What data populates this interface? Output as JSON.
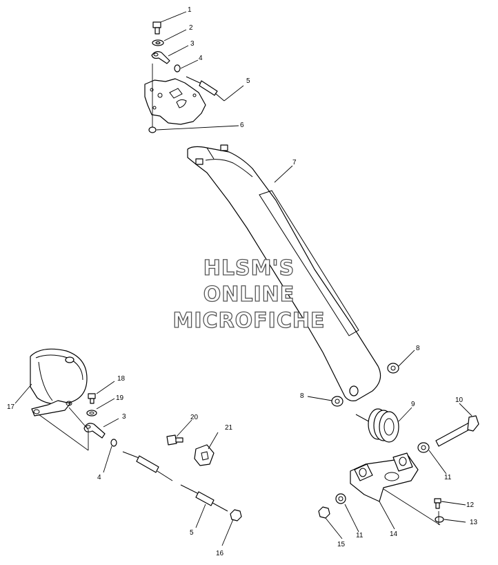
{
  "watermark": {
    "line1": "HLSM'S",
    "line2": "ONLINE",
    "line3": "MICROFICHE"
  },
  "callouts": {
    "c1": "1",
    "c2": "2",
    "c3a": "3",
    "c4a": "4",
    "c5a": "5",
    "c6": "6",
    "c7": "7",
    "c8a": "8",
    "c8b": "8",
    "c9": "9",
    "c10": "10",
    "c11a": "11",
    "c11b": "11",
    "c12": "12",
    "c13": "13",
    "c14": "14",
    "c15": "15",
    "c16": "16",
    "c17": "17",
    "c18": "18",
    "c19": "19",
    "c20": "20",
    "c21": "21",
    "c3b": "3",
    "c4b": "4",
    "c5b": "5"
  }
}
